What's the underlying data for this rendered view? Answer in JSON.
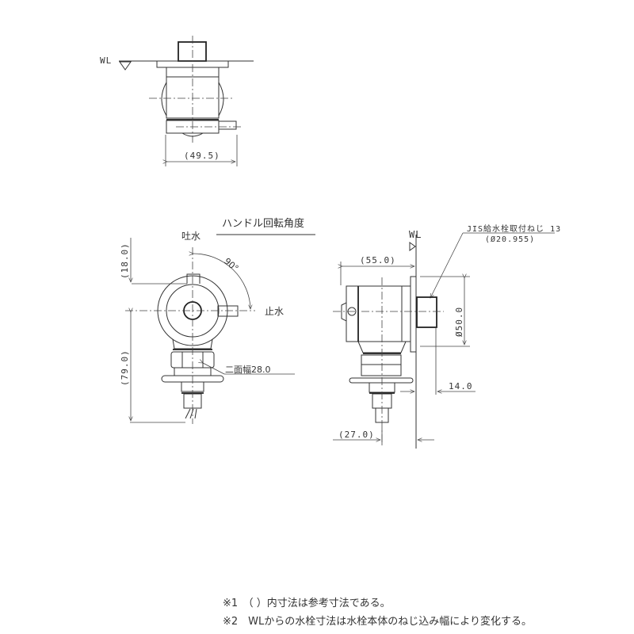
{
  "top_view": {
    "wl_label": "WL",
    "width_dim": "(49.5)"
  },
  "front_view": {
    "handle_rotation_title": "ハンドル回転角度",
    "spout_label": "吐水",
    "stop_label": "止水",
    "angle_label": "90°",
    "dim_top": "(18.0)",
    "dim_height": "(79.0)",
    "across_flats_label": "二面幅28.0"
  },
  "side_view": {
    "wl_label": "WL",
    "thread_label": "JIS給水栓取付ねじ 13",
    "thread_diameter": "(Ø20.955)",
    "dim_depth": "(55.0)",
    "dim_diameter": "Ø50.0",
    "dim_thread_len": "14.0",
    "dim_offset": "(27.0)"
  },
  "notes": [
    "※1　（ ）内寸法は参考寸法である。",
    "※2　WLからの水栓寸法は水栓本体のねじ込み幅により変化する。"
  ]
}
